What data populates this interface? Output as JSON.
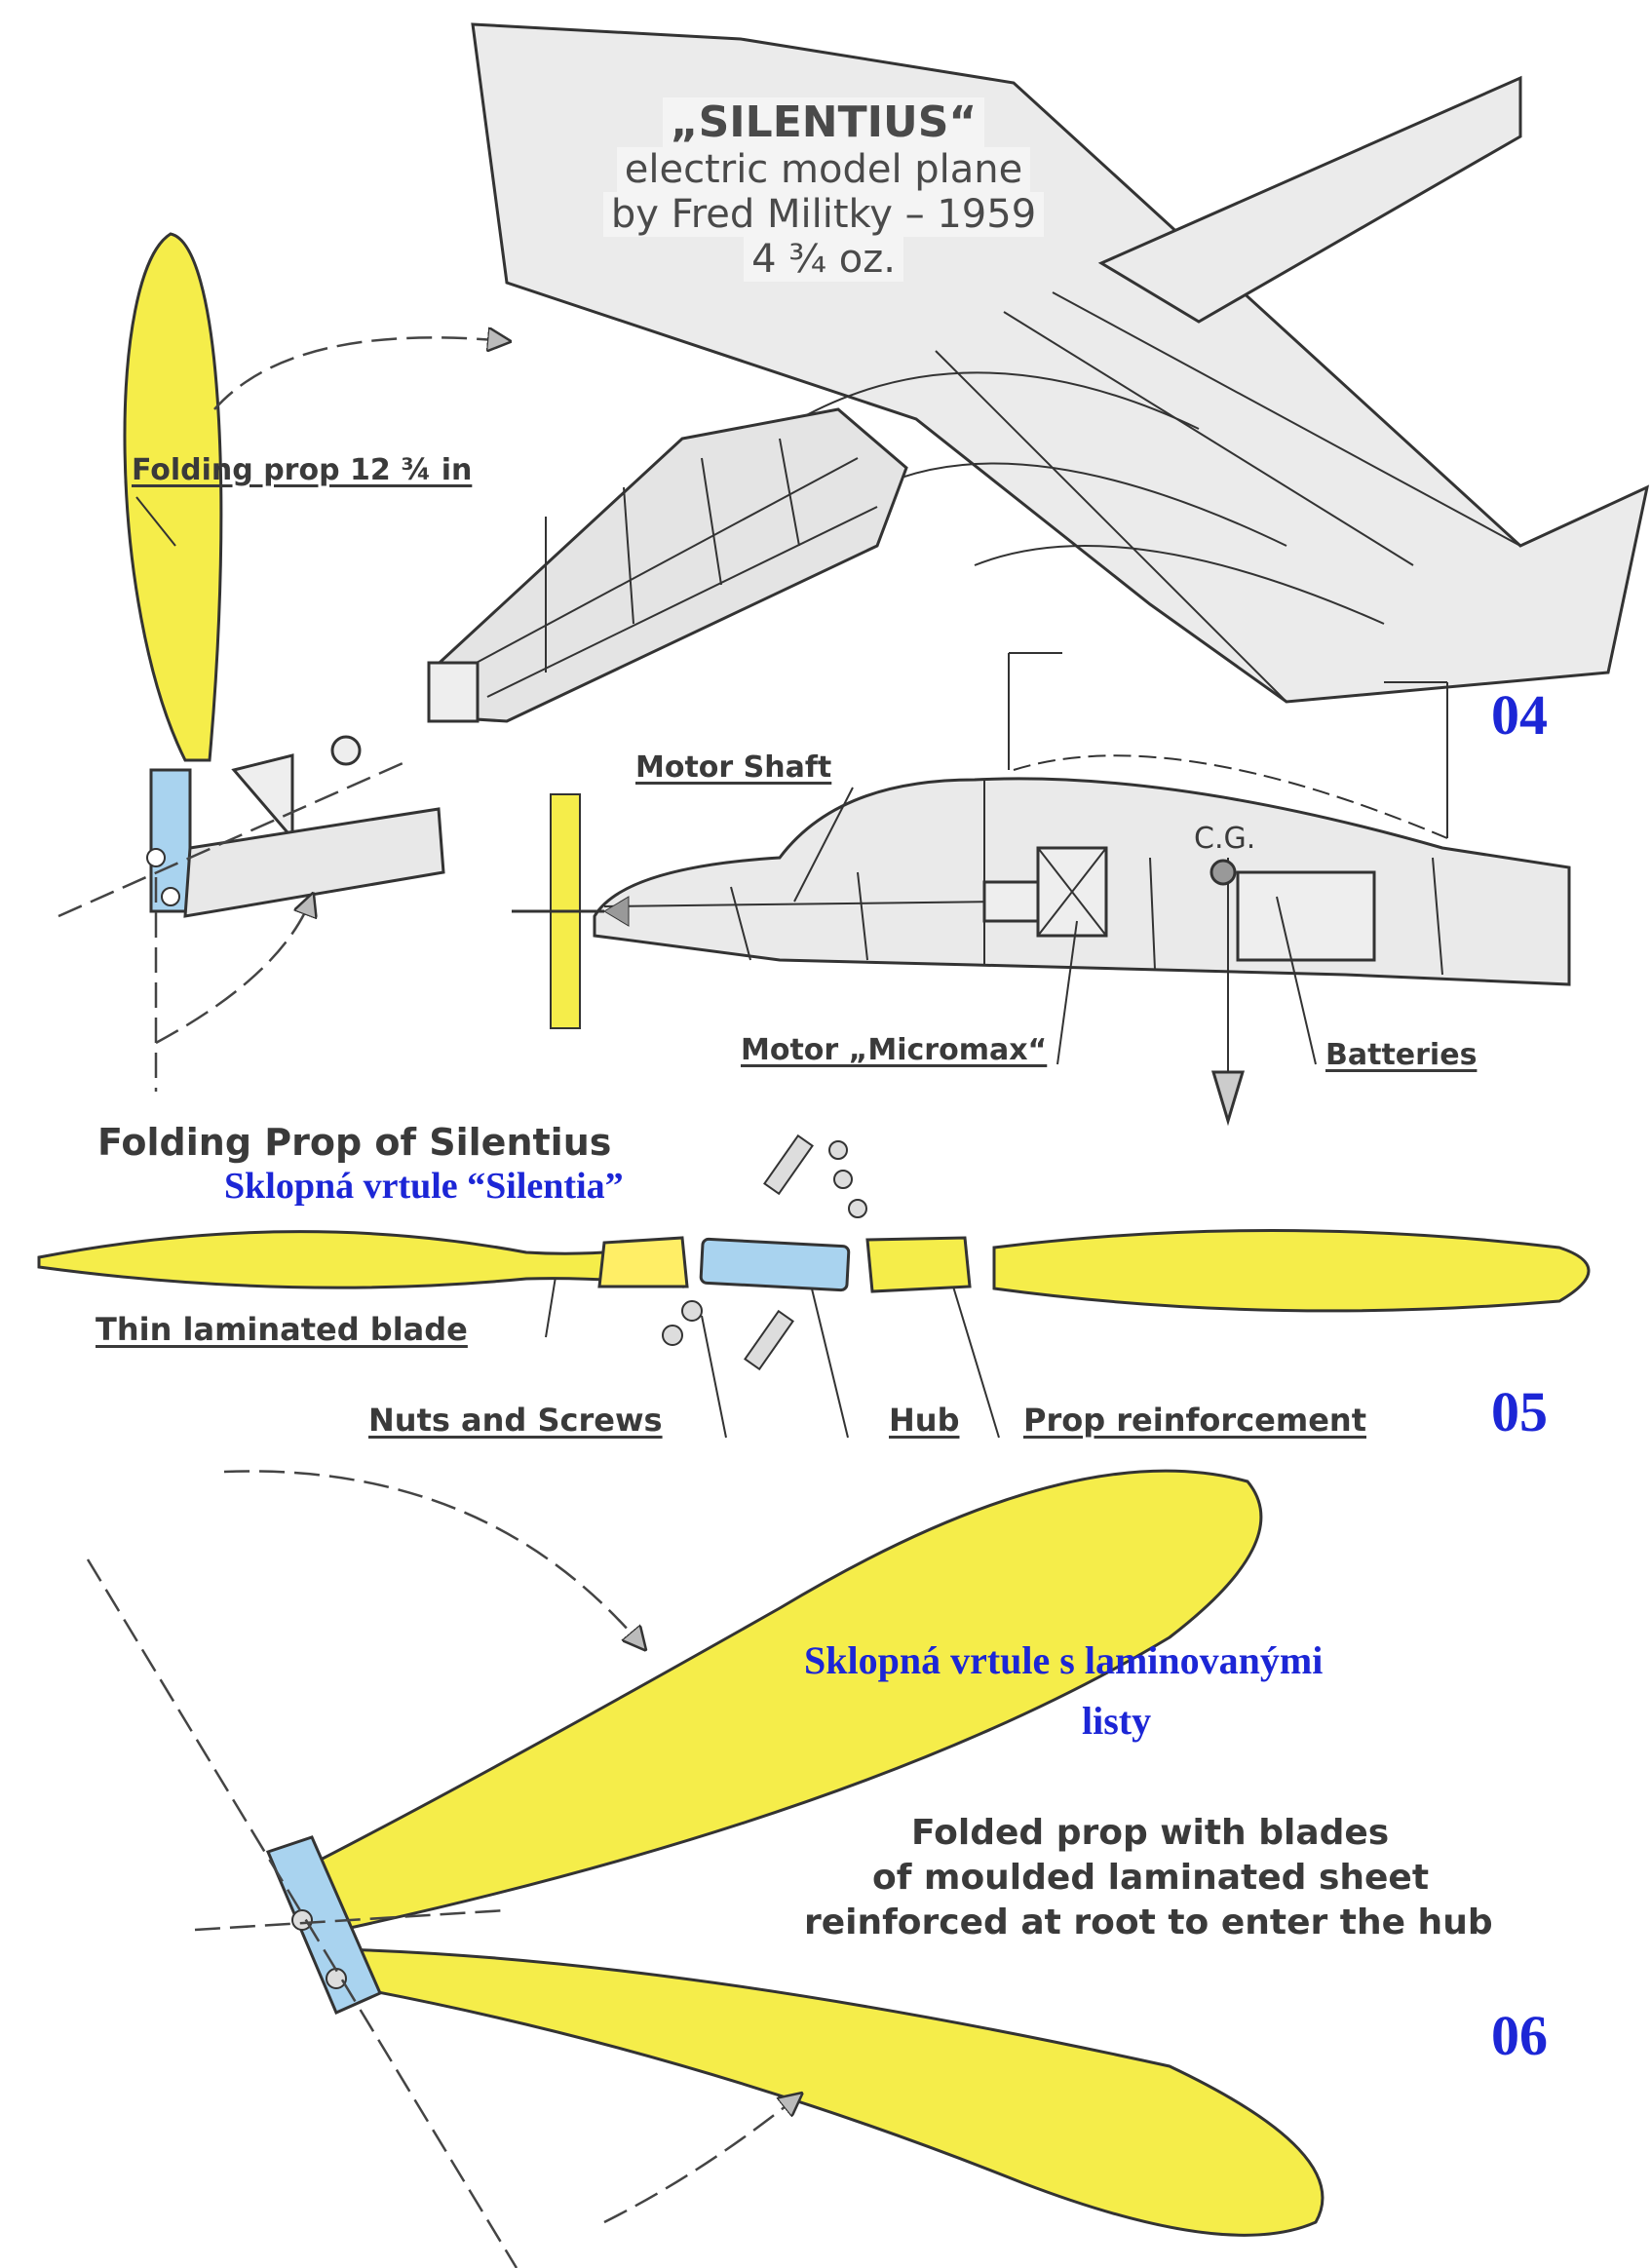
{
  "title": {
    "name": "„SILENTIUS“",
    "line1": "electric model plane",
    "line2": "by Fred Militky – 1959",
    "line3": "4 ¾ oz."
  },
  "figures": {
    "fig04": "04",
    "fig05": "05",
    "fig06": "06"
  },
  "labels": {
    "folding_prop": "Folding prop  12 ¾ in",
    "motor_shaft": "Motor Shaft",
    "cg": "C.G.",
    "motor": "Motor „Micromax“",
    "batteries": "Batteries",
    "section_title": "Folding Prop of Silentius",
    "section_title_cz": "Sklopná vrtule  “Silentia”",
    "thin_blade": "Thin laminated blade",
    "nuts_screws": "Nuts and Screws",
    "hub": "Hub",
    "prop_reinf": "Prop reinforcement",
    "folded_cz_1": "Sklopná vrtule s laminovanými",
    "folded_cz_2": "listy",
    "folded_1": "Folded prop with blades",
    "folded_2": "of moulded laminated sheet",
    "folded_3": "reinforced at root to enter the hub"
  },
  "colors": {
    "blade": "#f5ed4a",
    "hub": "#a9d3ef",
    "structure": "#e8e8e8",
    "accent_text": "#1c26d6"
  }
}
